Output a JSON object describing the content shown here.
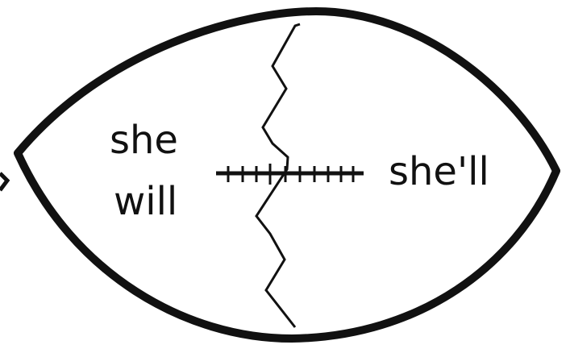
{
  "left_half": {
    "line1": "she",
    "line2": "will"
  },
  "right_half": {
    "contraction": "she'll"
  },
  "colors": {
    "ink": "#111111",
    "background": "#ffffff"
  }
}
